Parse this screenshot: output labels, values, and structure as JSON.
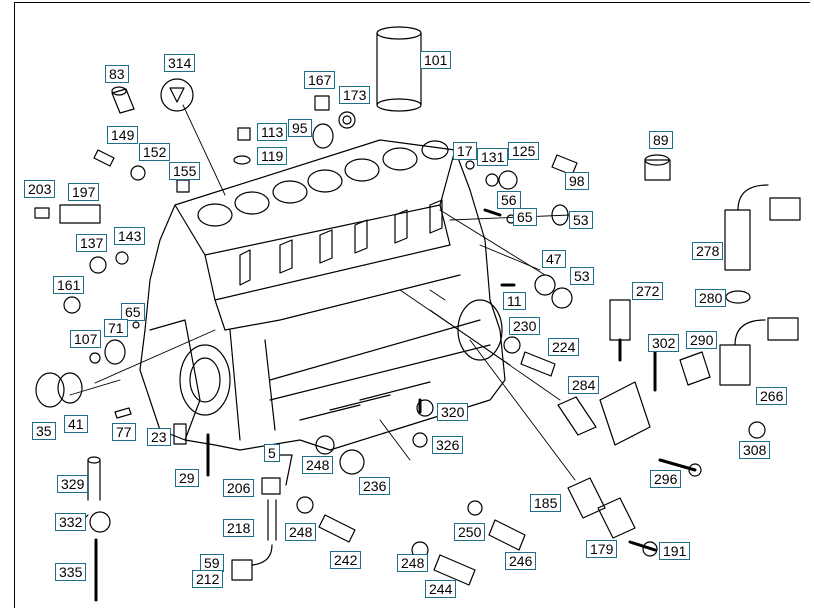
{
  "diagram": {
    "part_labels": [
      "83",
      "314",
      "167",
      "173",
      "101",
      "113",
      "95",
      "149",
      "152",
      "119",
      "155",
      "17",
      "131",
      "125",
      "89",
      "98",
      "203",
      "197",
      "56",
      "65",
      "53",
      "137",
      "143",
      "278",
      "47",
      "161",
      "53",
      "11",
      "272",
      "280",
      "65",
      "71",
      "107",
      "230",
      "224",
      "302",
      "290",
      "35",
      "41",
      "284",
      "266",
      "77",
      "23",
      "320",
      "308",
      "5",
      "326",
      "29",
      "248",
      "236",
      "296",
      "206",
      "185",
      "329",
      "332",
      "218",
      "248",
      "250",
      "179",
      "191",
      "59",
      "242",
      "248",
      "246",
      "335",
      "212",
      "244"
    ]
  }
}
